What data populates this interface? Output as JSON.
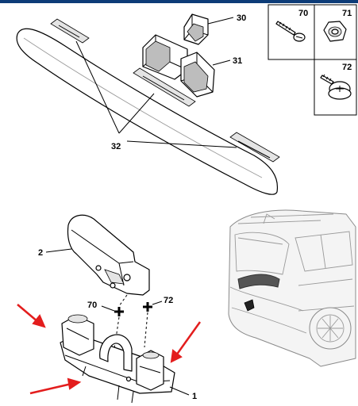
{
  "colors": {
    "header_bar": "#0d3c78",
    "arrow": "#e31d1d",
    "line": "#000000",
    "shading": "#bdbdbd"
  },
  "labels": {
    "part_30": "30",
    "part_31": "31",
    "part_32": "32",
    "part_70": "70",
    "part_71": "71",
    "part_72": "72",
    "part_2": "2",
    "part_1": "1",
    "callout_70": "70",
    "callout_72": "72"
  },
  "arrows": [
    {
      "id": "arrow-upper-left"
    },
    {
      "id": "arrow-right"
    },
    {
      "id": "arrow-lower-left"
    }
  ]
}
